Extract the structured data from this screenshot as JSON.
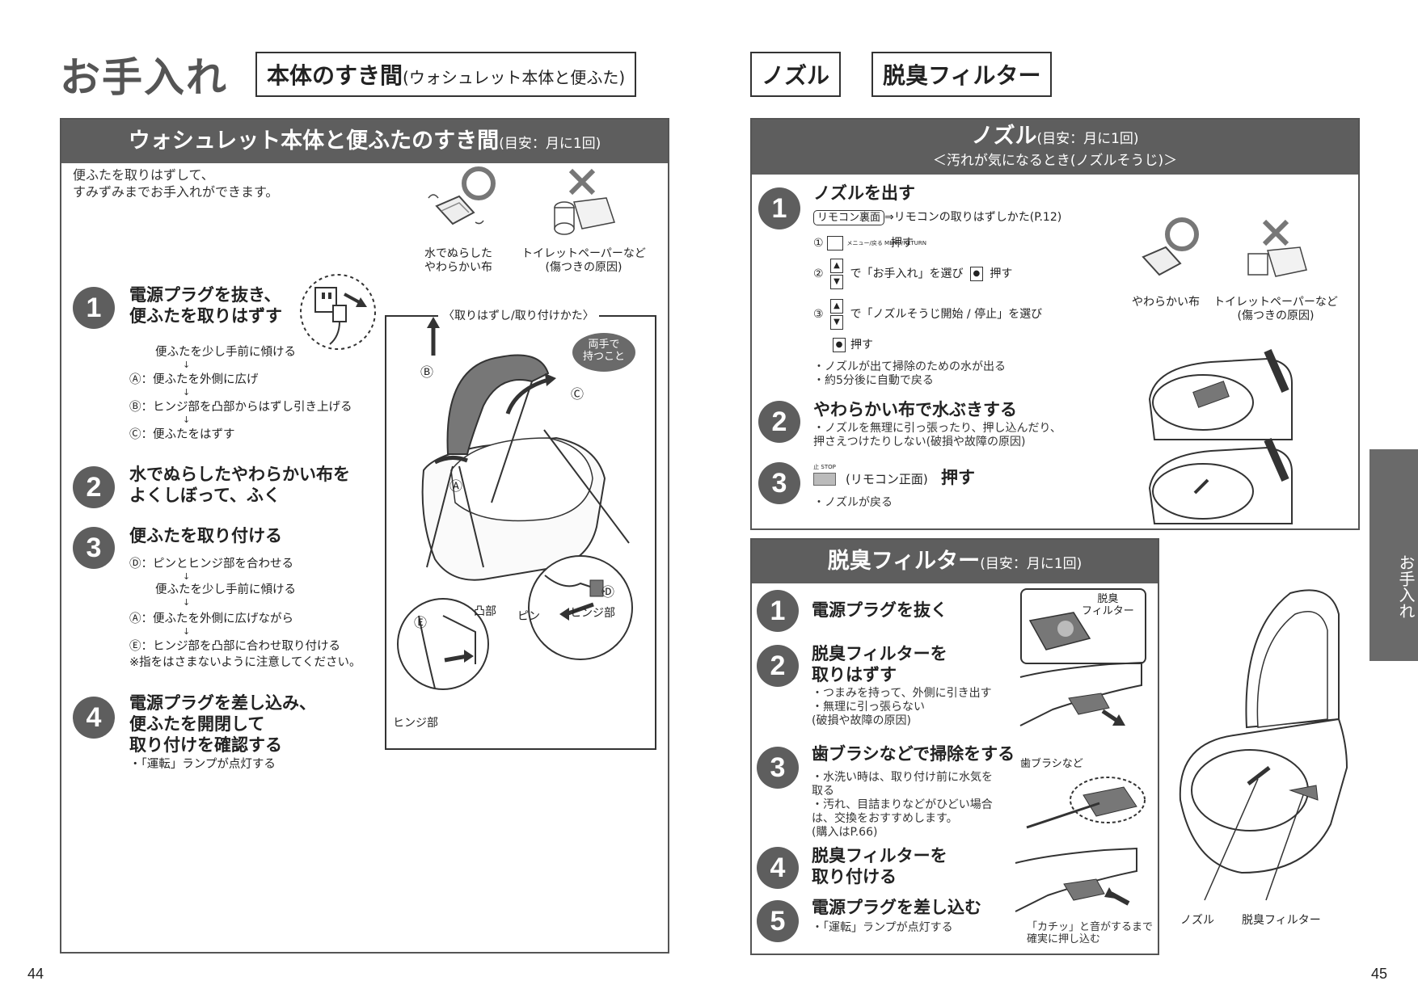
{
  "left": {
    "page_title": "お手入れ",
    "section_title_main": "本体のすき間",
    "section_title_sub": "(ウォシュレット本体と便ふた)",
    "panel_head_main": "ウォシュレット本体と便ふたのすき間",
    "panel_head_sub": "(目安：月に1回)",
    "intro": "便ふたを取りはずして、\nすみずみまでお手入れができます。",
    "ok_caption": "水でぬらした\nやわらかい布",
    "ng_caption": "トイレットペーパーなど\n(傷つきの原因)",
    "removal_title": "〈取りはずし/取り付けかた〉",
    "both_hands": "両手で\n持つこと",
    "steps": [
      {
        "num": "1",
        "title": "電源プラグを抜き、\n便ふたを取りはずす"
      },
      {
        "num": "2",
        "title": "水でぬらしたやわらかい布を\nよくしぼって、ふく"
      },
      {
        "num": "3",
        "title": "便ふたを取り付ける"
      },
      {
        "num": "4",
        "title": "電源プラグを差し込み、\n便ふたを開閉して\n取り付けを確認する"
      }
    ],
    "step1_lines": [
      "便ふたを少し手前に傾ける",
      "Ⓐ：便ふたを外側に広げ",
      "Ⓑ：ヒンジ部を凸部からはずし引き上げる",
      "Ⓒ：便ふたをはずす"
    ],
    "step3_lines": [
      "Ⓓ：ピンとヒンジ部を合わせる",
      "便ふたを少し手前に傾ける",
      "Ⓐ：便ふたを外側に広げながら",
      "Ⓔ：ヒンジ部を凸部に合わせ取り付ける",
      "※指をはさまないように注意してください。"
    ],
    "step4_note": "・「運転」ランプが点灯する",
    "labels": {
      "A": "Ⓐ",
      "B": "Ⓑ",
      "C": "Ⓒ",
      "D": "Ⓓ",
      "E": "Ⓔ",
      "convex": "凸部",
      "pin": "ピン",
      "hinge": "ヒンジ部",
      "hinge2": "ヒンジ部"
    },
    "page_number": "44"
  },
  "right": {
    "title_nozzle": "ノズル",
    "title_filter": "脱臭フィルター",
    "nozzle_head_main": "ノズル",
    "nozzle_head_sub": "(目安：月に1回)",
    "nozzle_head_line2": "＜汚れが気になるとき(ノズルそうじ)＞",
    "nozzle_steps": [
      {
        "num": "1",
        "title": "ノズルを出す"
      },
      {
        "num": "2",
        "title": "やわらかい布で水ぶきする"
      },
      {
        "num": "3",
        "title": "押す"
      }
    ],
    "remote_tag": "リモコン裏面",
    "remote_ref": "⇒リモコンの取りはずしかた(P.12)",
    "sub1_prefix": "①",
    "sub1_key": "メニュー/戻る MENU/RETURN",
    "sub1_text": "押す",
    "sub2_prefix": "②",
    "sub2_text": "で「お手入れ」を選び",
    "sub2_push": "押す",
    "sub3_prefix": "③",
    "sub3_text": "で「ノズルそうじ開始 / 停止」を選び",
    "sub4_push": "押す",
    "nozzle_step1_notes": "・ノズルが出て掃除のための水が出る\n・約5分後に自動で戻る",
    "nozzle_step2_notes": "・ノズルを無理に引っ張ったり、押し込んだり、\n  押さえつけたりしない(破損や故障の原因)",
    "nozzle_step3_stop_label": "止 STOP",
    "nozzle_step3_paren": "(リモコン正面)",
    "nozzle_step3_note": "・ノズルが戻る",
    "ok_caption": "やわらかい布",
    "ng_caption": "トイレットペーパーなど\n(傷つきの原因)",
    "filter_head_main": "脱臭フィルター",
    "filter_head_sub": "(目安：月に1回)",
    "filter_steps": [
      {
        "num": "1",
        "title": "電源プラグを抜く"
      },
      {
        "num": "2",
        "title": "脱臭フィルターを\n取りはずす"
      },
      {
        "num": "3",
        "title": "歯ブラシなどで掃除をする"
      },
      {
        "num": "4",
        "title": "脱臭フィルターを\n取り付ける"
      },
      {
        "num": "5",
        "title": "電源プラグを差し込む"
      }
    ],
    "filter_step2_notes": "・つまみを持って、外側に引き出す\n・無理に引っ張らない\n  (破損や故障の原因)",
    "filter_step3_notes": "・水洗い時は、取り付け前に水気を\n  取る\n・汚れ、目詰まりなどがひどい場合\n  は、交換をおすすめします。\n  (購入はP.66)",
    "filter_step5_note": "・「運転」ランプが点灯する",
    "filter_label": "脱臭\nフィルター",
    "toothbrush_label": "歯ブラシなど",
    "click_caption": "「カチッ」と音がするまで\n確実に押し込む",
    "nozzle_label": "ノズル",
    "deodorize_label": "脱臭フィルター",
    "side_tab": "お手入れ",
    "page_number": "45"
  }
}
